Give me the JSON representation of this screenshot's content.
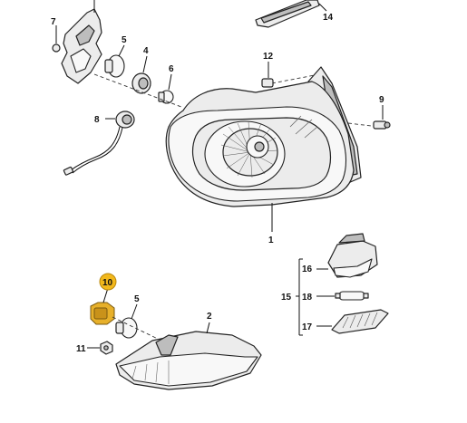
{
  "callouts": {
    "c1": "1",
    "c2": "2",
    "c4": "4",
    "c5a": "5",
    "c5b": "5",
    "c6": "6",
    "c7": "7",
    "c8": "8",
    "c9": "9",
    "c10": "10",
    "c11": "11",
    "c12": "12",
    "c14": "14",
    "c15": "15",
    "c16": "16",
    "c17": "17",
    "c18": "18"
  },
  "colors": {
    "highlight": "#f2b81c"
  }
}
